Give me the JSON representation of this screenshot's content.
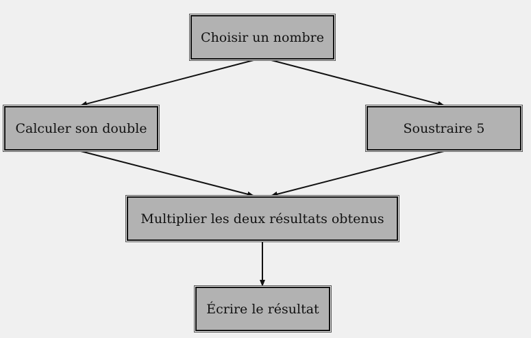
{
  "nodes": {
    "start": "Choisir un nombre",
    "double": "Calculer son double",
    "subtract": "Soustraire 5",
    "multiply": "Multiplier les deux résultats obtenus",
    "write": "Écrire le résultat"
  },
  "colors": {
    "background": "#f0f0f0",
    "box_fill": "#b2b2b2",
    "border": "#111111"
  }
}
